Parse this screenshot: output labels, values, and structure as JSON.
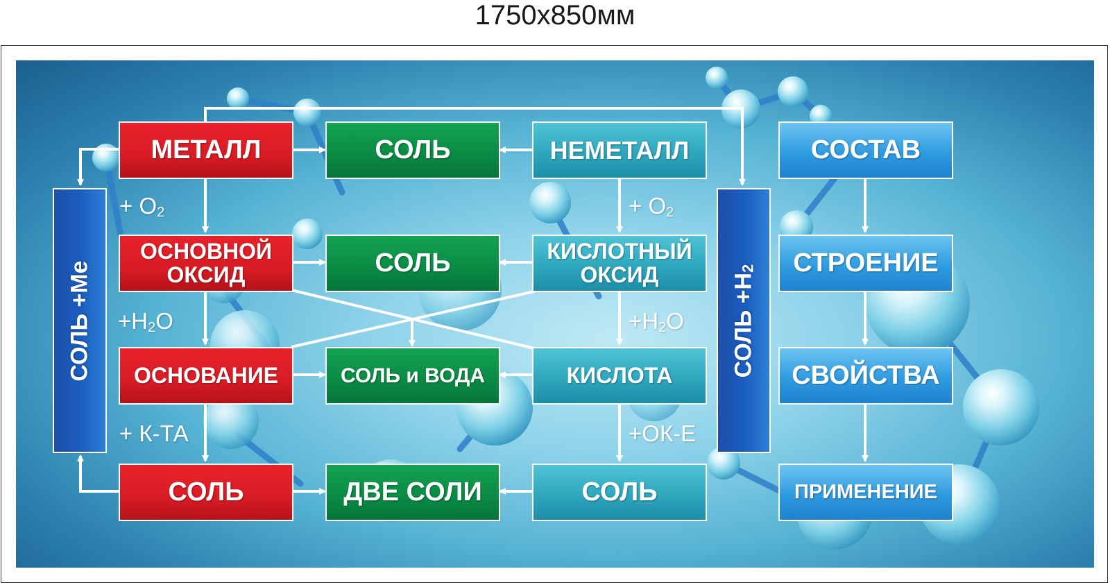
{
  "header": {
    "size_label": "1750х850мм"
  },
  "colors": {
    "metal": "#d81c24",
    "salt": "#0a8a44",
    "nonmetal": "#2ea7bd",
    "study": "#2f9be0",
    "bar": "#1a5cc0",
    "arrow": "#ffffff"
  },
  "metal_column": {
    "metal": "МЕТАЛЛ",
    "basic_oxide": "ОСНОВНОЙ\nОКСИД",
    "base": "ОСНОВАНИЕ",
    "salt": "СОЛЬ"
  },
  "salt_column": {
    "salt1": "СОЛЬ",
    "salt2": "СОЛЬ",
    "salt_water": "СОЛЬ и ВОДА",
    "two_salts": "ДВЕ СОЛИ"
  },
  "nonmetal_column": {
    "nonmetal": "НЕМЕТАЛЛ",
    "acid_oxide": "КИСЛОТНЫЙ\nОКСИД",
    "acid": "КИСЛОТА",
    "salt": "СОЛЬ"
  },
  "study_column": {
    "composition": "СОСТАВ",
    "structure": "СТРОЕНИЕ",
    "properties": "СВОЙСТВА",
    "application": "ПРИМЕНЕНИЕ"
  },
  "left_bar": {
    "text": "СОЛЬ +Ме"
  },
  "right_bar": {
    "text": "СОЛЬ +H",
    "sub": "2"
  },
  "reagents": {
    "left_o2": {
      "text": "+ O",
      "sub": "2"
    },
    "left_h2o": {
      "pre": "+H",
      "sub": "2",
      "post": "O"
    },
    "left_acid": {
      "text": "+ К-ТА"
    },
    "right_o2": {
      "text": "+ O",
      "sub": "2"
    },
    "right_h2o": {
      "pre": "+H",
      "sub": "2",
      "post": "O"
    },
    "right_base": {
      "text": "+ОК-Е"
    }
  }
}
